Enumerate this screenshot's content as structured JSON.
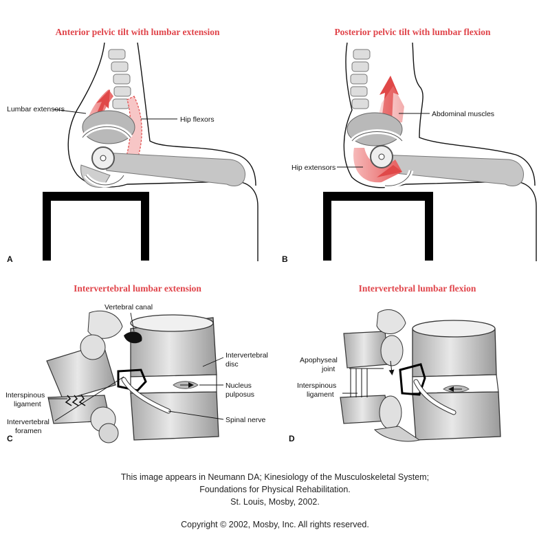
{
  "colors": {
    "title": "#e0444a",
    "muscle": "#e86b6b",
    "bone": "#c8c8c8",
    "ink": "#111111"
  },
  "panels": {
    "a": {
      "letter": "A",
      "title": "Anterior pelvic tilt with lumbar extension",
      "labels": {
        "lumbar_extensors": "Lumbar extensors",
        "hip_flexors": "Hip flexors"
      }
    },
    "b": {
      "letter": "B",
      "title": "Posterior pelvic tilt with lumbar flexion",
      "labels": {
        "abdominal_muscles": "Abdominal muscles",
        "hip_extensors": "Hip extensors"
      }
    },
    "c": {
      "letter": "C",
      "title": "Intervertebral lumbar extension",
      "labels": {
        "vertebral_canal": "Vertebral canal",
        "intervertebral_disc_1": "Intervertebral",
        "intervertebral_disc_2": "disc",
        "nucleus_pulposus_1": "Nucleus",
        "nucleus_pulposus_2": "pulposus",
        "interspinous_ligament_1": "Interspinous",
        "interspinous_ligament_2": "ligament",
        "intervertebral_foramen_1": "Intervertebral",
        "intervertebral_foramen_2": "foramen",
        "spinal_nerve": "Spinal nerve"
      }
    },
    "d": {
      "letter": "D",
      "title": "Intervertebral lumbar flexion",
      "labels": {
        "apophyseal_joint_1": "Apophyseal",
        "apophyseal_joint_2": "joint",
        "interspinous_ligament_1": "Interspinous",
        "interspinous_ligament_2": "ligament"
      }
    }
  },
  "caption": {
    "line1": "This image appears in Neumann DA; Kinesiology of the Musculoskeletal System;",
    "line2": "Foundations for Physical Rehabilitation.",
    "line3": "St. Louis, Mosby, 2002.",
    "copyright": "Copyright © 2002, Mosby, Inc. All rights reserved."
  }
}
